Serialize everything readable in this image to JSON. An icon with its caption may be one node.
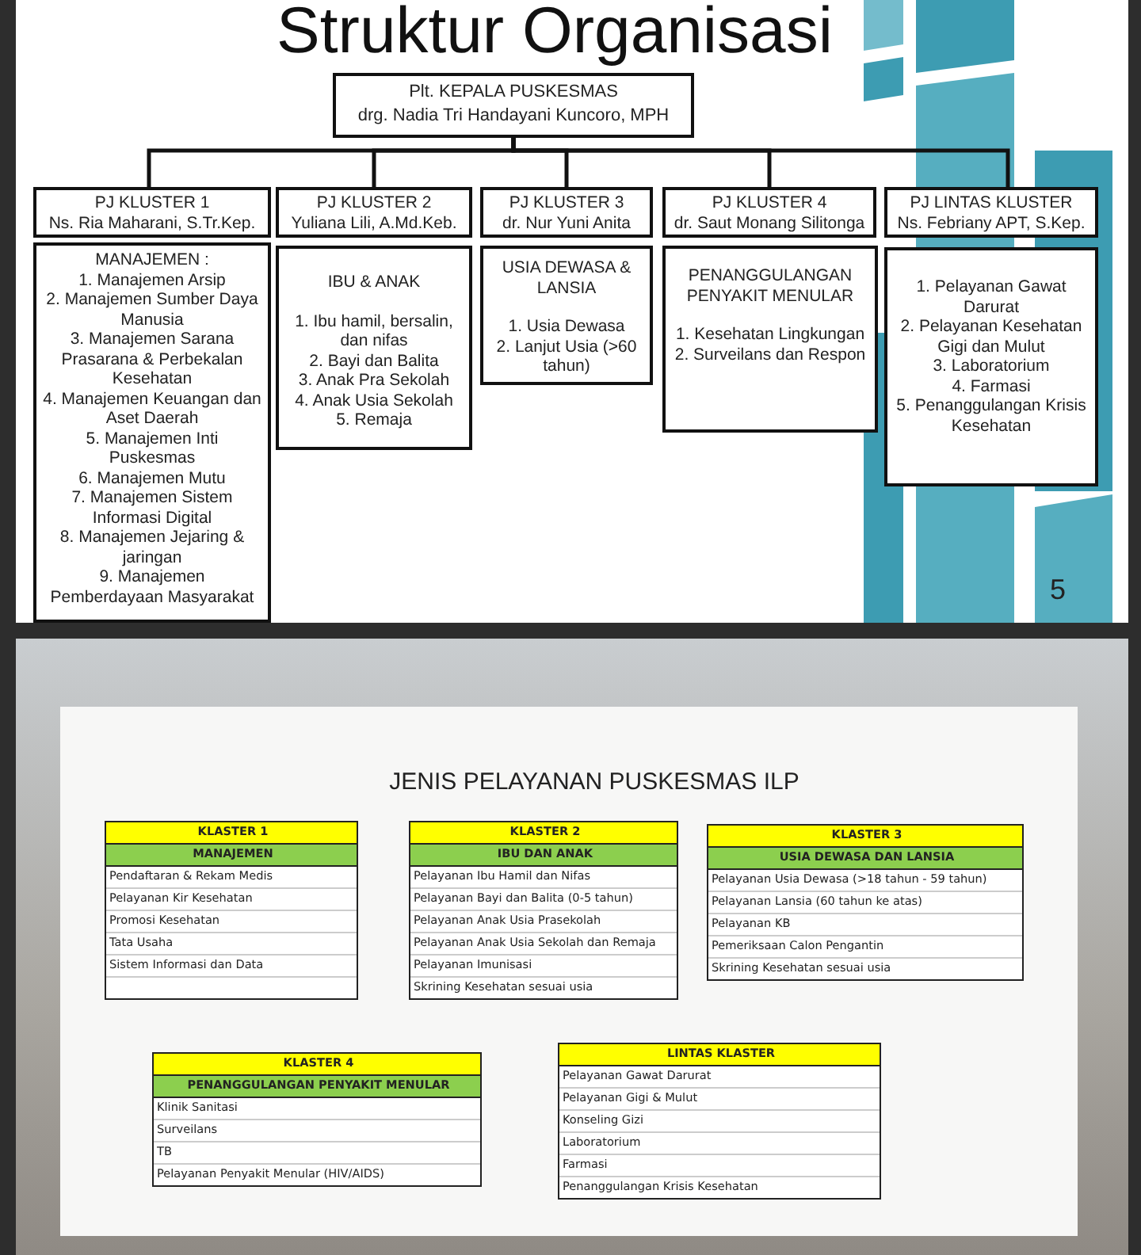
{
  "diagram": {
    "title": "Struktur Organisasi",
    "nodes": [
      {
        "text": [
          "Plt. KEPALA PUSKESMAS",
          "drg. Nadia Tri Handayani Kuncoro, MPH"
        ]
      },
      {
        "text": [
          "PJ KLUSTER 1",
          "Ns. Ria Maharani, S.Tr.Kep."
        ]
      },
      {
        "text": [
          "PJ KLUSTER 2",
          "Yuliana Lili, A.Md.Keb."
        ]
      },
      {
        "text": [
          "PJ KLUSTER 3",
          "dr. Nur Yuni Anita"
        ]
      },
      {
        "text": [
          "PJ KLUSTER 4",
          "dr. Saut Monang Silitonga"
        ]
      },
      {
        "text": [
          "PJ LINTAS KLUSTER",
          "Ns. Febriany APT, S.Kep."
        ]
      },
      {
        "text": [
          "MANAJEMEN :",
          "1. Manajemen Arsip",
          "2. Manajemen Sumber Daya Manusia",
          "3. Manajemen Sarana Prasarana & Perbekalan Kesehatan",
          "4. Manajemen Keuangan dan Aset Daerah",
          "5. Manajemen Inti Puskesmas",
          "6. Manajemen Mutu",
          "7. Manajemen Sistem Informasi Digital",
          "8. Manajemen Jejaring & jaringan",
          "9. Manajemen Pemberdayaan Masyarakat"
        ]
      },
      {
        "text": [
          "IBU & ANAK",
          "1. Ibu hamil, bersalin, dan nifas",
          "2. Bayi dan Balita",
          "3. Anak Pra Sekolah",
          "4. Anak Usia Sekolah",
          "5. Remaja"
        ]
      },
      {
        "text": [
          "USIA DEWASA & LANSIA",
          "1. Usia Dewasa",
          "2. Lanjut Usia (>60 tahun)"
        ]
      },
      {
        "text": [
          "PENANGGULANGAN PENYAKIT MENULAR",
          "1. Kesehatan Lingkungan",
          "2. Surveilans dan Respon"
        ]
      },
      {
        "text": [
          "1. Pelayanan Gawat Darurat",
          "2. Pelayanan Kesehatan Gigi dan Mulut",
          "3. Laboratorium",
          "4. Farmasi",
          "5. Penanggulangan Krisis Kesehatan"
        ]
      },
      {
        "text": [
          "KLASTER 1",
          "MANAJEMEN",
          "Pendaftaran & Rekam Medis",
          "Pelayanan Kir Kesehatan",
          "Promosi Kesehatan",
          "Tata Usaha",
          "Sistem Informasi dan Data"
        ]
      },
      {
        "text": [
          "KLASTER 2",
          "IBU DAN ANAK",
          "Pelayanan Ibu Hamil dan Nifas",
          "Pelayanan Bayi dan Balita (0-5 tahun)",
          "Pelayanan Anak Usia Prasekolah",
          "Pelayanan Anak Usia Sekolah dan Remaja",
          "Pelayanan Imunisasi",
          "Skrining Kesehatan sesuai usia"
        ]
      },
      {
        "text": [
          "KLASTER 3",
          "USIA DEWASA DAN LANSIA",
          "Pelayanan Usia Dewasa (>18 tahun - 59 tahun)",
          "Pelayanan Lansia (60 tahun ke atas)",
          "Pelayanan KB",
          "Pemeriksaan Calon Pengantin",
          "Skrining Kesehatan sesuai usia"
        ]
      },
      {
        "text": [
          "KLASTER 4",
          "PENANGGULANGAN PENYAKIT MENULAR",
          "Klinik Sanitasi",
          "Surveilans",
          "TB",
          "Pelayanan Penyakit Menular (HIV/AIDS)"
        ]
      },
      {
        "text": [
          "LINTAS KLASTER",
          "Pelayanan Gawat Darurat",
          "Pelayanan Gigi & Mulut",
          "Konseling Gizi",
          "Laboratorium",
          "Farmasi",
          "Penanggulangan Krisis Kesehatan"
        ]
      }
    ],
    "edges": [
      {
        "from": 0,
        "to": 1,
        "arrow": "none"
      },
      {
        "from": 0,
        "to": 2,
        "arrow": "none"
      },
      {
        "from": 0,
        "to": 3,
        "arrow": "none"
      },
      {
        "from": 0,
        "to": 4,
        "arrow": "none"
      },
      {
        "from": 0,
        "to": 5,
        "arrow": "none"
      }
    ],
    "labels": [
      "5",
      "JENIS PELAYANAN PUSKESMAS ILP"
    ]
  }
}
